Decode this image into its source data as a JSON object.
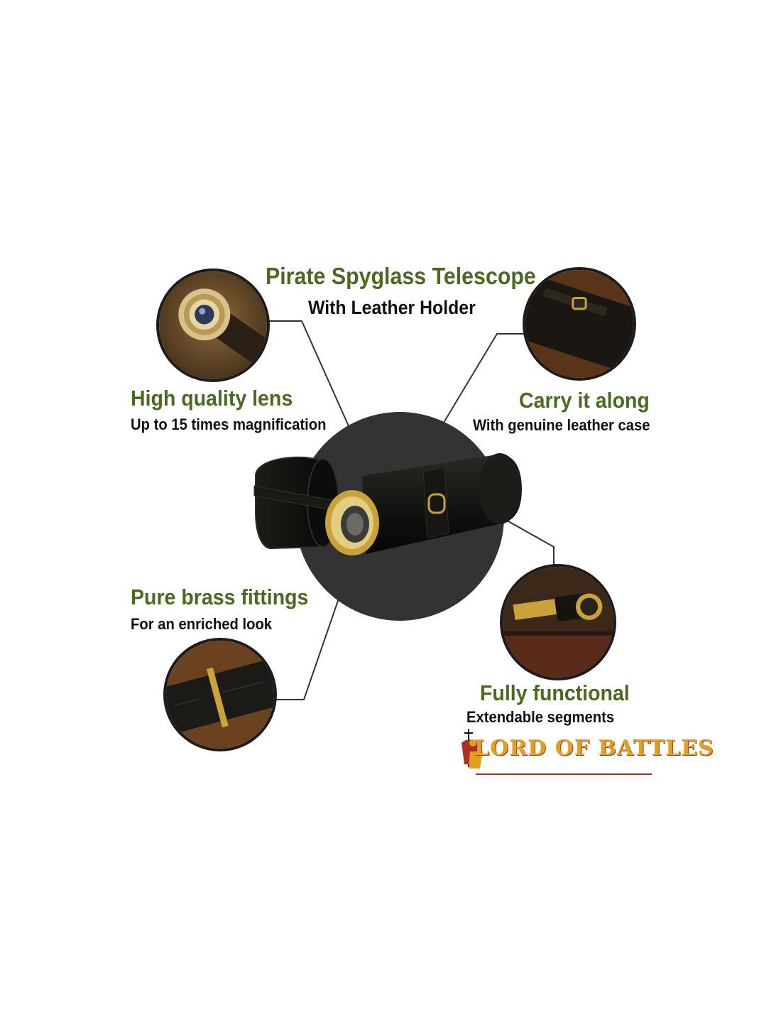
{
  "title": {
    "main": "Pirate Spyglass Telescope",
    "sub": "With Leather Holder"
  },
  "features": [
    {
      "heading": "High quality lens",
      "sub": "Up to 15 times magnification",
      "icon": "lens-photo-icon"
    },
    {
      "heading": "Carry it along",
      "sub": "With genuine leather case",
      "icon": "leather-case-photo-icon"
    },
    {
      "heading": "Pure brass fittings",
      "sub": "For an enriched look",
      "icon": "brass-fitting-photo-icon"
    },
    {
      "heading": "Fully functional",
      "sub": "Extendable segments",
      "icon": "extended-telescope-photo-icon"
    }
  ],
  "brand": {
    "logo_text": "LORD OF BATTLES"
  },
  "colors": {
    "heading_green": "#4a6b1f",
    "text_dark": "#111111",
    "hero_disc": "#333333",
    "brass": "#c9a23a",
    "logo_gold": "#e0a020",
    "logo_red": "#b03020"
  }
}
